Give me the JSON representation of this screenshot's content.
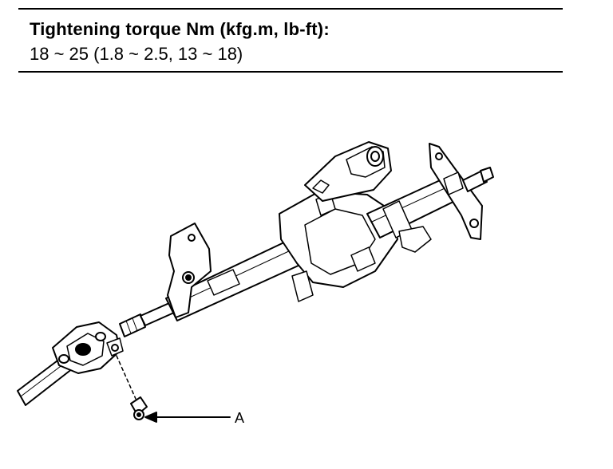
{
  "spec": {
    "title": "Tightening torque Nm (kfg.m, lb-ft):",
    "value": "18 ~ 25 (1.8 ~ 2.5, 13 ~ 18)"
  },
  "diagram": {
    "callout_a_label": "A"
  }
}
